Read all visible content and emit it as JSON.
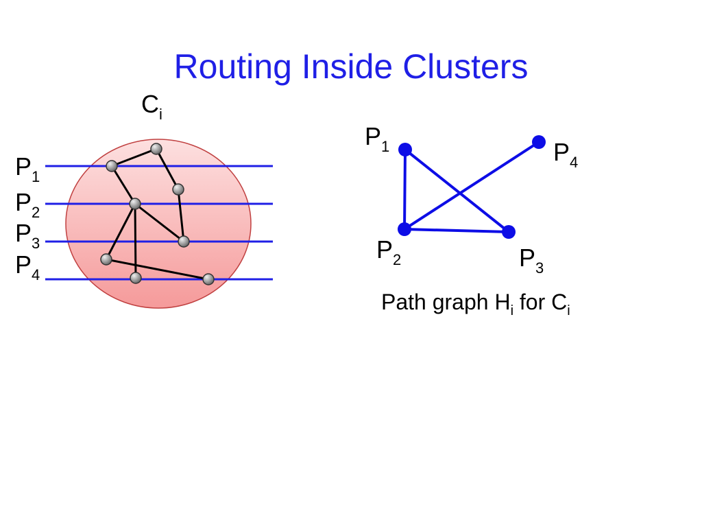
{
  "slide": {
    "title": "Routing Inside Clusters"
  },
  "cluster": {
    "label_main": "C",
    "label_sub": "i",
    "paths": [
      {
        "main": "P",
        "sub": "1"
      },
      {
        "main": "P",
        "sub": "2"
      },
      {
        "main": "P",
        "sub": "3"
      },
      {
        "main": "P",
        "sub": "4"
      }
    ]
  },
  "path_graph": {
    "nodes": [
      {
        "main": "P",
        "sub": "1"
      },
      {
        "main": "P",
        "sub": "2"
      },
      {
        "main": "P",
        "sub": "3"
      },
      {
        "main": "P",
        "sub": "4"
      }
    ],
    "edges": [
      [
        "P1",
        "P2"
      ],
      [
        "P1",
        "P3"
      ],
      [
        "P2",
        "P3"
      ],
      [
        "P2",
        "P4"
      ]
    ],
    "caption": {
      "part1": "Path graph H",
      "sub1": "i",
      "part2": " for C",
      "sub2": "i"
    }
  },
  "colors": {
    "title": "#1f1fe6",
    "path_line": "#1f1fe6",
    "graph": "#0d0de6",
    "cluster_fill_top": "#fde0e0",
    "cluster_fill_bottom": "#f59a9a",
    "cluster_stroke": "#c04040"
  }
}
